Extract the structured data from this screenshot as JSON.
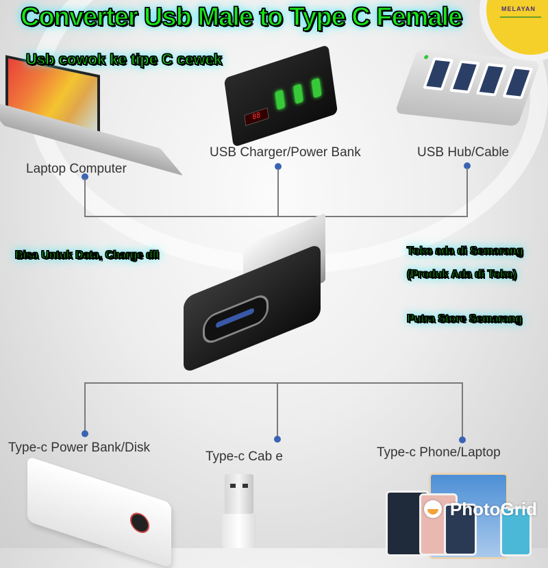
{
  "title": "Converter Usb Male to Type C Female",
  "subtitle": "Usb cowok ke tipe C cewek",
  "badge": {
    "text": "MELAYAN",
    "color": "#f5cf2a"
  },
  "left_note": "Bisa Untuk Data, Charge dll",
  "right_notes": [
    "Toko ada di Semarang",
    "(Produk Ada di Toko)",
    "Putra Store Semarang"
  ],
  "top_devices": [
    {
      "label": "Laptop Computer",
      "icon": "laptop-icon"
    },
    {
      "label": "USB Charger/Power Bank",
      "icon": "usb-charger-icon"
    },
    {
      "label": "USB Hub/Cable",
      "icon": "usb-hub-icon"
    }
  ],
  "bottom_devices": [
    {
      "label": "Type-c Power Bank/Disk",
      "icon": "power-bank-icon"
    },
    {
      "label": "Type-c Cab e",
      "icon": "usb-cable-icon"
    },
    {
      "label": "Type-c Phone/Laptop",
      "icon": "phone-tablet-icon"
    }
  ],
  "charger_display": "88",
  "watermark": "PhotoGrid",
  "colors": {
    "text_green": "#19e619",
    "text_glow": "#35e6ff",
    "connector_dot": "#3a63b3",
    "connector_line": "#7a7a7a"
  }
}
